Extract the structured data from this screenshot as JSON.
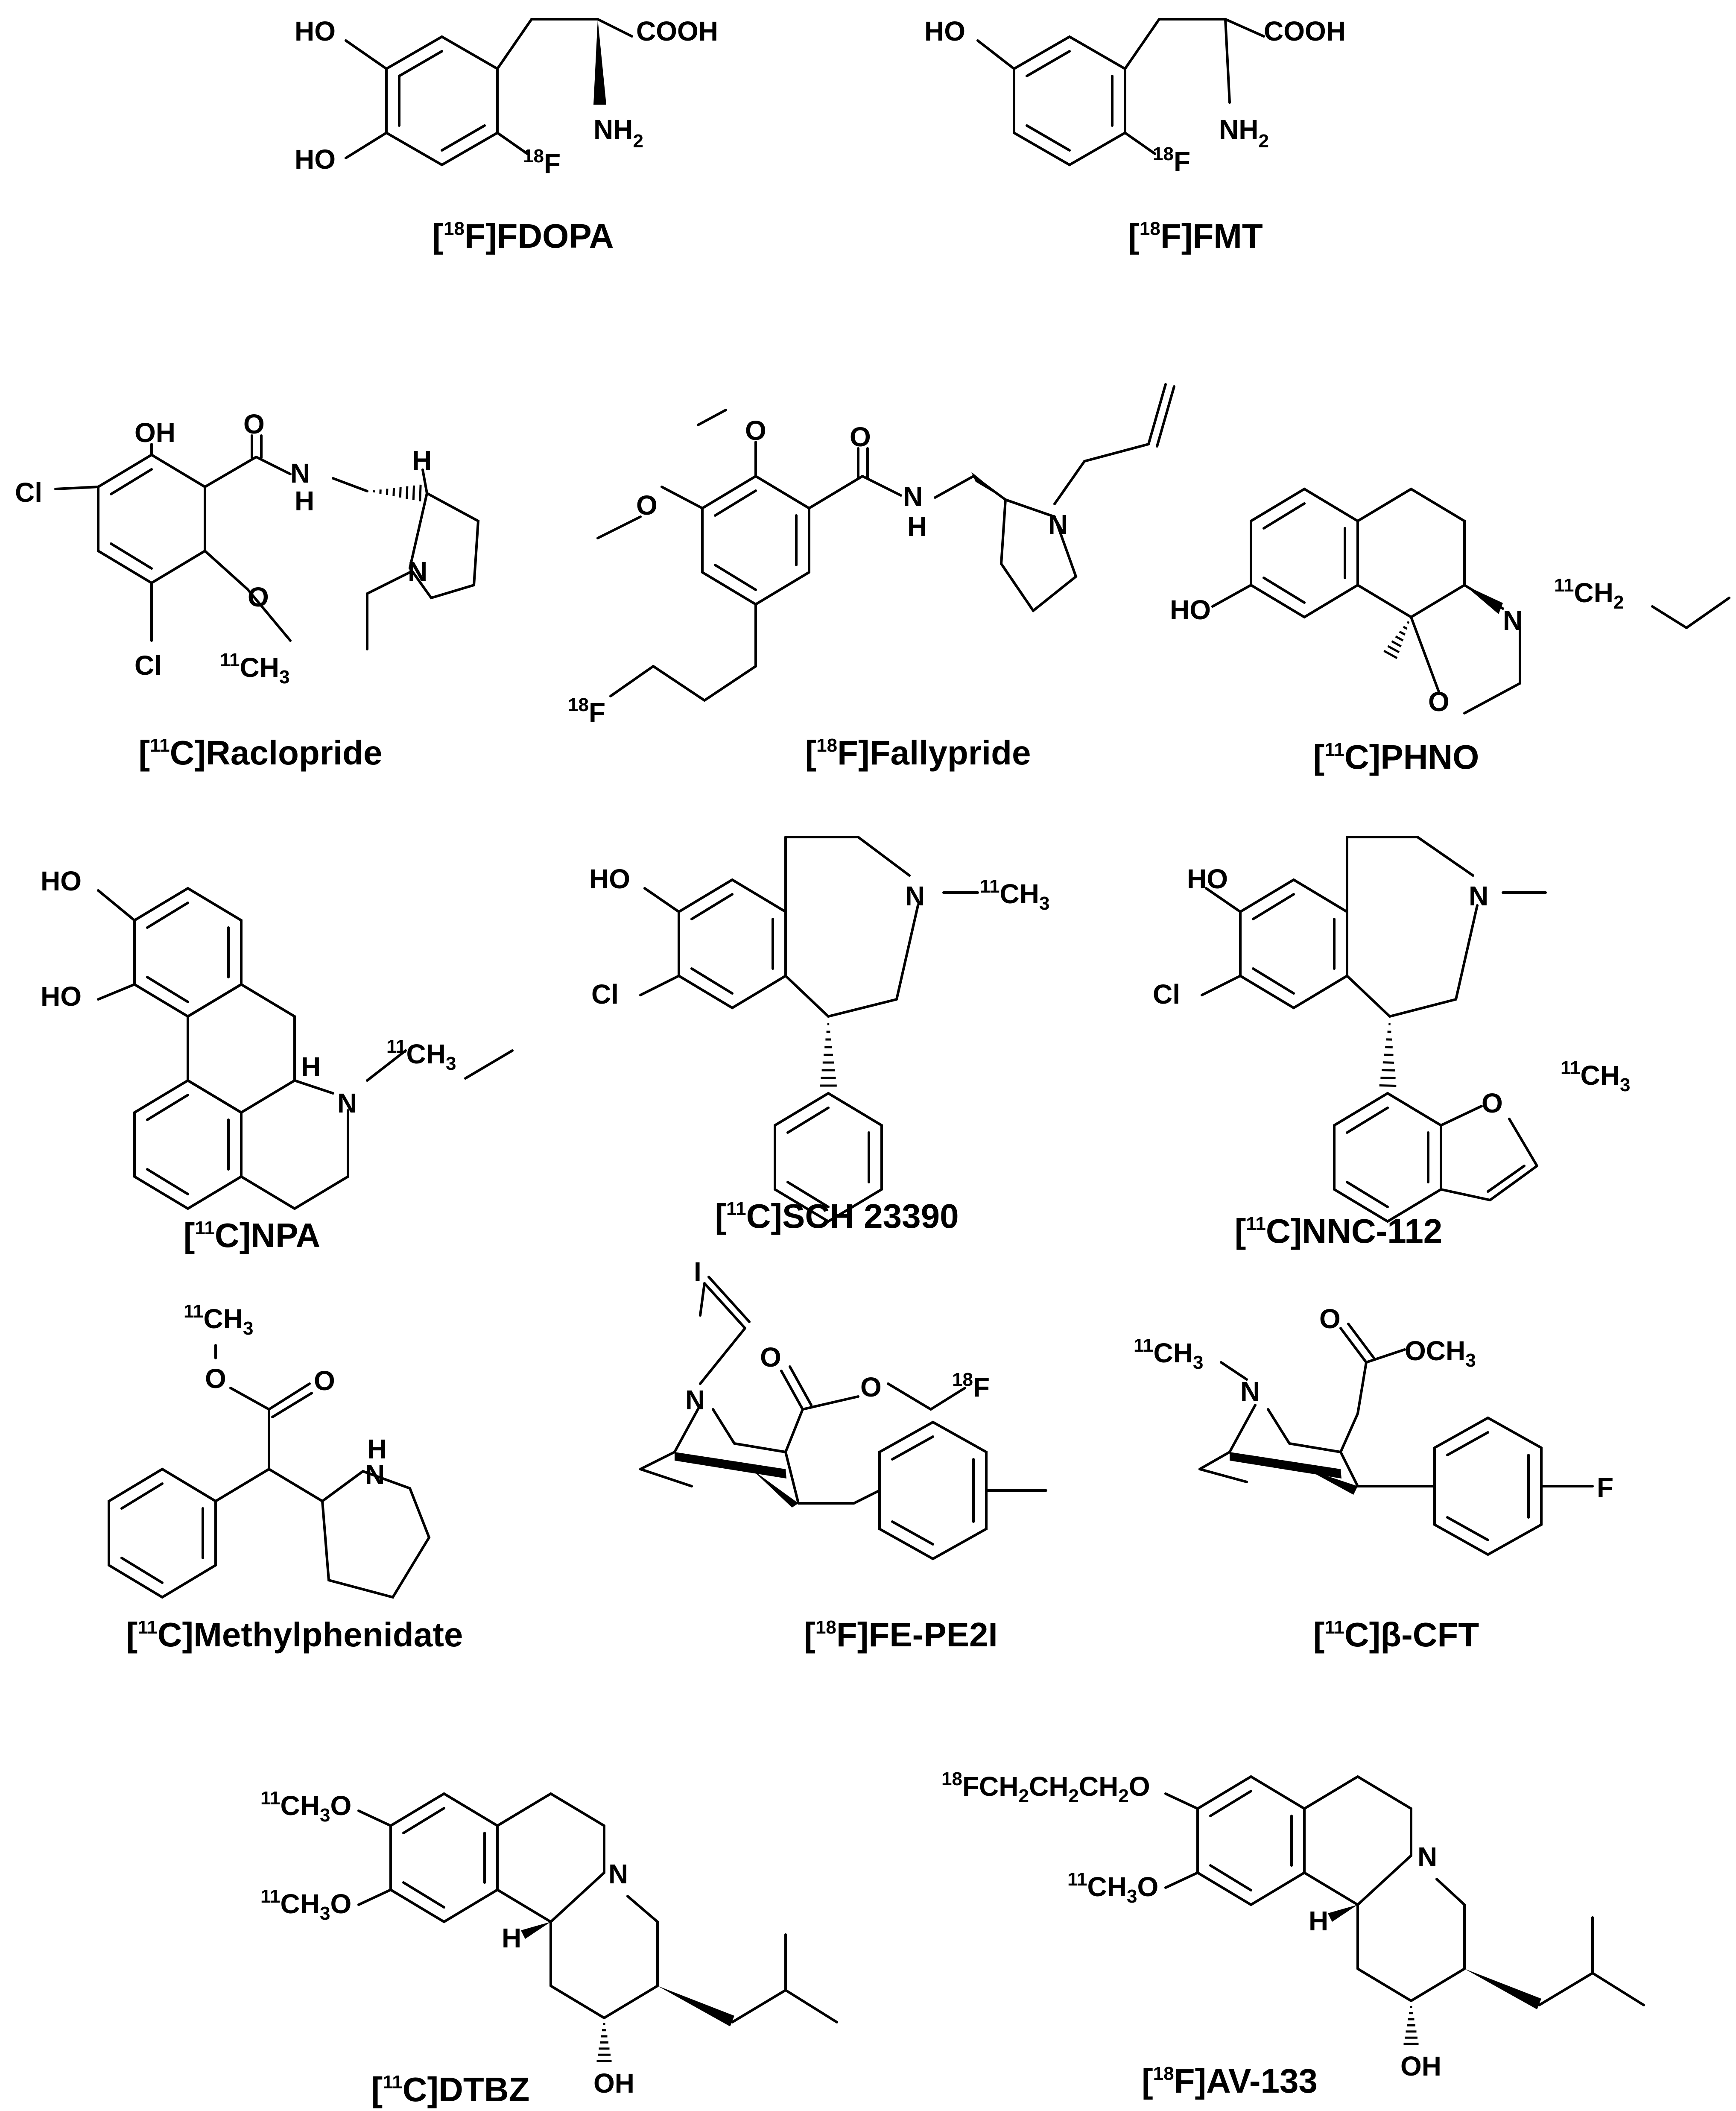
{
  "colors": {
    "ink": "#000000",
    "background": "#ffffff"
  },
  "compounds": [
    {
      "key": "fdopa",
      "iso": "18",
      "tail": "F]FDOPA"
    },
    {
      "key": "fmt",
      "iso": "18",
      "tail": "F]FMT"
    },
    {
      "key": "raclopride",
      "iso": "11",
      "tail": "C]Raclopride"
    },
    {
      "key": "fallypride",
      "iso": "18",
      "tail": "F]Fallypride"
    },
    {
      "key": "phno",
      "iso": "11",
      "tail": "C]PHNO"
    },
    {
      "key": "npa",
      "iso": "11",
      "tail": "C]NPA"
    },
    {
      "key": "sch",
      "iso": "11",
      "tail": "C]SCH 23390"
    },
    {
      "key": "nnc",
      "iso": "11",
      "tail": "C]NNC-112"
    },
    {
      "key": "mph",
      "iso": "11",
      "tail": "C]Methylphenidate"
    },
    {
      "key": "fepe2i",
      "iso": "18",
      "tail": "F]FE-PE2I"
    },
    {
      "key": "cft",
      "iso": "11",
      "tail": "C]β-CFT"
    },
    {
      "key": "dtbz",
      "iso": "11",
      "tail": "C]DTBZ"
    },
    {
      "key": "av133",
      "iso": "18",
      "tail": "F]AV-133"
    }
  ],
  "atoms": {
    "ho": "HO",
    "oh": "OH",
    "cooh": "COOH",
    "nh": "NH",
    "sub2": "2",
    "f": "F",
    "n": "N",
    "h": "H",
    "o": "O",
    "cl": "Cl",
    "i": "I",
    "ch": "CH",
    "ch3": "CH",
    "sub3": "3",
    "iso11": "11",
    "iso18": "18",
    "och3": "OCH",
    "fchain": "FCH",
    "ch2o": "CH",
    "o_tail": "O"
  }
}
